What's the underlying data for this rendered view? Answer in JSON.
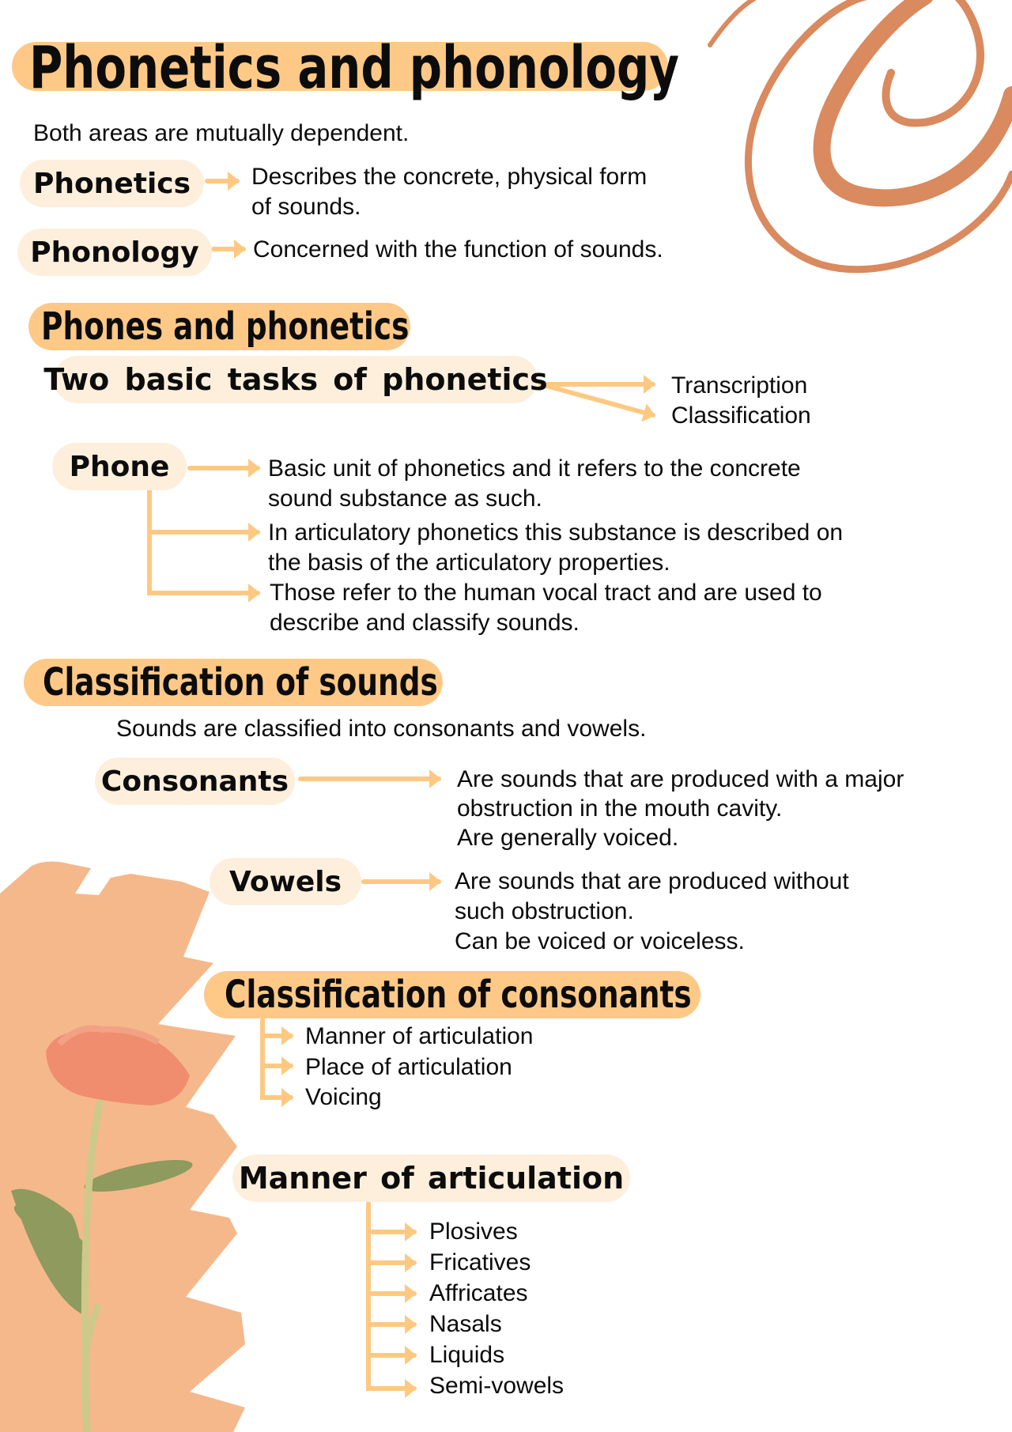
{
  "title": "Phonetics and phonology",
  "intro": "Both areas are mutually dependent.",
  "definitions": [
    {
      "term": "Phonetics",
      "lines": [
        "Describes the concrete, physical form",
        "of sounds."
      ]
    },
    {
      "term": "Phonology",
      "lines": [
        "Concerned with the function of sounds."
      ]
    }
  ],
  "section_phones": {
    "heading": "Phones and phonetics",
    "tasks_label": "Two basic tasks of phonetics",
    "tasks": [
      "Transcription",
      "Classification"
    ],
    "phone_label": "Phone",
    "phone_points": [
      [
        "Basic unit of phonetics and it refers to the concrete",
        "sound substance as such."
      ],
      [
        "In articulatory phonetics this substance is described on",
        "the basis of the articulatory properties."
      ],
      [
        "Those refer to the human vocal tract and are used to",
        "describe and classify sounds."
      ]
    ]
  },
  "section_sounds": {
    "heading": "Classification of sounds",
    "subtitle": "Sounds are classified into consonants and vowels.",
    "consonants": {
      "label": "Consonants",
      "lines": [
        "Are sounds that are produced with a major",
        "obstruction in the mouth cavity.",
        "Are generally voiced."
      ]
    },
    "vowels": {
      "label": "Vowels",
      "lines": [
        "Are sounds that are produced without",
        "such obstruction.",
        "Can be voiced or voiceless."
      ]
    }
  },
  "section_consonants": {
    "heading": "Classification of consonants",
    "items": [
      "Manner of articulation",
      "Place of articulation",
      "Voicing"
    ]
  },
  "section_manner": {
    "heading": "Manner of articulation",
    "items": [
      "Plosives",
      "Fricatives",
      "Affricates",
      "Nasals",
      "Liquids",
      "Semi-vowels"
    ]
  },
  "colors": {
    "heading_pill": "#fec987",
    "sub_pill": "#fdefdc",
    "arrow": "#fdc982",
    "swirl": "#d98a5e",
    "brush": "#f5b88b",
    "flower": "#ef8a6e",
    "leaf": "#8e9a5e",
    "stem": "#cdc98a"
  }
}
